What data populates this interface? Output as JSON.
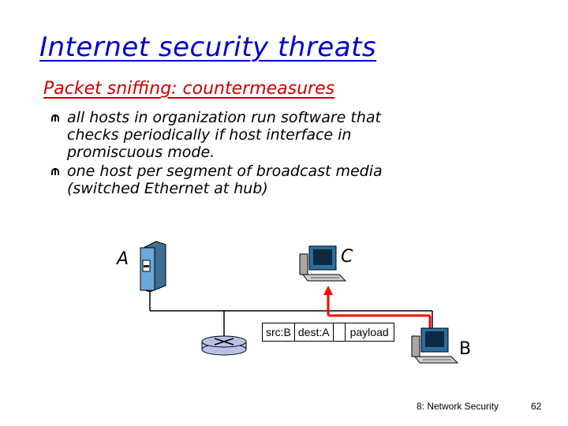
{
  "title": "Internet security threats",
  "subtitle": "Packet sniffing: countermeasures",
  "bullets": [
    "all hosts in organization run software that\nchecks periodically if host interface in\npromiscuous mode.",
    "one host per segment of broadcast media\n(switched Ethernet at hub)"
  ],
  "diagram": {
    "host_a_label": "A",
    "host_c_label": "C",
    "host_b_label": "B",
    "packet": {
      "src": "src:B",
      "dest": "dest:A",
      "empty": "",
      "payload": "payload"
    },
    "colors": {
      "path": "#ff0000",
      "server": "#6aa9d8",
      "monitor": "#2a6f9f",
      "router": "#b9c2e6"
    }
  },
  "footer": {
    "course": "8: Network Security",
    "page": "62"
  }
}
